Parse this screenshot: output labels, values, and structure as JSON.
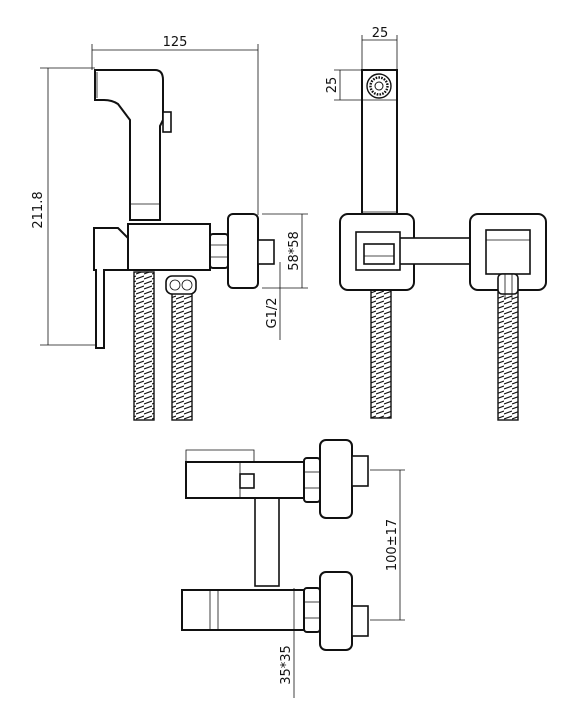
{
  "drawing": {
    "line_color": "#111111",
    "background": "#ffffff",
    "dimensions": {
      "overall_width": "125",
      "overall_height": "211.8",
      "head_width": "25",
      "head_height": "25",
      "body_size": "58*58",
      "thread": "G1/2",
      "center_distance": "100±17",
      "stem_size": "35*35"
    }
  }
}
